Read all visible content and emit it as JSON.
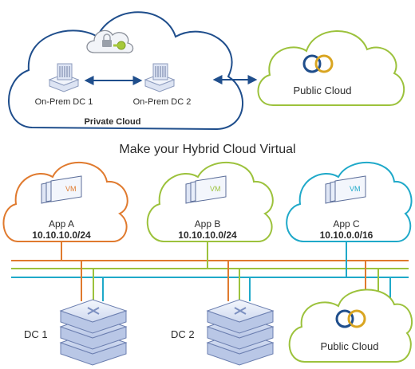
{
  "top": {
    "private_cloud": {
      "dc1_label": "On-Prem DC 1",
      "dc2_label": "On-Prem DC 2",
      "title": "Private Cloud"
    },
    "public_cloud": {
      "label": "Public Cloud"
    }
  },
  "heading": "Make your Hybrid Cloud Virtual",
  "apps": [
    {
      "name": "App A",
      "subnet": "10.10.10.0/24",
      "color": "#e07a2e",
      "vm_label": "VM"
    },
    {
      "name": "App B",
      "subnet": "10.10.10.0/24",
      "color": "#9cc23c",
      "vm_label": "VM"
    },
    {
      "name": "App C",
      "subnet": "10.10.0.0/16",
      "color": "#1fa9c9",
      "vm_label": "VM"
    }
  ],
  "bottom": {
    "dc1_label": "DC 1",
    "dc2_label": "DC 2",
    "public_cloud_label": "Public Cloud"
  },
  "colors": {
    "private_cloud_outline": "#1f4e8c",
    "public_cloud_outline": "#9cc23c",
    "arrow": "#1f4e8c",
    "server_blue": "#cdd8f0",
    "lock_green": "#a6c93a",
    "ring_blue": "#1f4e8c",
    "ring_gold": "#d9a521"
  }
}
